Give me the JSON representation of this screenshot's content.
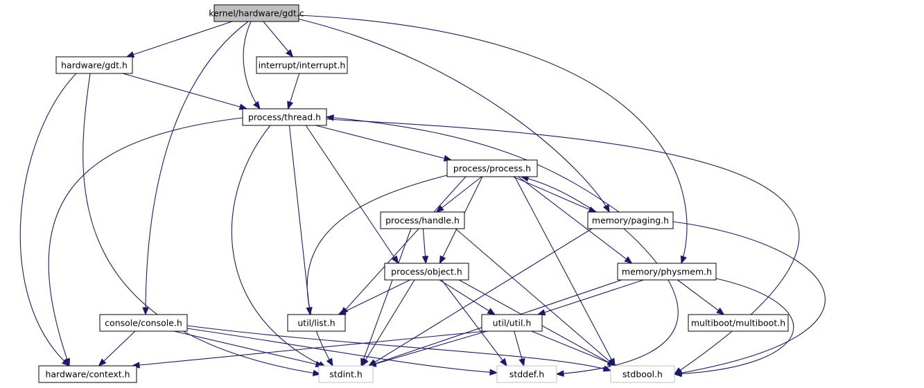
{
  "colors": {
    "edge": "#191970",
    "node_border": "#000000",
    "node_border_external": "#bfbfbf",
    "root_fill": "#bfbfbf",
    "node_fill": "#ffffff",
    "label": "#000000"
  },
  "nodes": [
    {
      "id": "gdt_c",
      "label": "kernel/hardware/gdt.c",
      "kind": "root"
    },
    {
      "id": "hw_gdt",
      "label": "hardware/gdt.h",
      "kind": "header"
    },
    {
      "id": "int",
      "label": "interrupt/interrupt.h",
      "kind": "header"
    },
    {
      "id": "thread",
      "label": "process/thread.h",
      "kind": "header"
    },
    {
      "id": "process",
      "label": "process/process.h",
      "kind": "header"
    },
    {
      "id": "handle",
      "label": "process/handle.h",
      "kind": "header"
    },
    {
      "id": "paging",
      "label": "memory/paging.h",
      "kind": "header"
    },
    {
      "id": "object",
      "label": "process/object.h",
      "kind": "header"
    },
    {
      "id": "physmem",
      "label": "memory/physmem.h",
      "kind": "header"
    },
    {
      "id": "console",
      "label": "console/console.h",
      "kind": "header"
    },
    {
      "id": "list",
      "label": "util/list.h",
      "kind": "header"
    },
    {
      "id": "util",
      "label": "util/util.h",
      "kind": "header"
    },
    {
      "id": "multiboot",
      "label": "multiboot/multiboot.h",
      "kind": "header"
    },
    {
      "id": "context",
      "label": "hardware/context.h",
      "kind": "header"
    },
    {
      "id": "stdint",
      "label": "stdint.h",
      "kind": "external"
    },
    {
      "id": "stddef",
      "label": "stddef.h",
      "kind": "external"
    },
    {
      "id": "stdbool",
      "label": "stdbool.h",
      "kind": "external"
    }
  ],
  "edges": [
    [
      "gdt_c",
      "hw_gdt"
    ],
    [
      "gdt_c",
      "int"
    ],
    [
      "gdt_c",
      "thread"
    ],
    [
      "gdt_c",
      "paging"
    ],
    [
      "gdt_c",
      "physmem"
    ],
    [
      "gdt_c",
      "console"
    ],
    [
      "hw_gdt",
      "thread"
    ],
    [
      "hw_gdt",
      "context"
    ],
    [
      "hw_gdt",
      "stdint"
    ],
    [
      "int",
      "thread"
    ],
    [
      "thread",
      "process"
    ],
    [
      "thread",
      "context"
    ],
    [
      "thread",
      "stdint"
    ],
    [
      "thread",
      "list"
    ],
    [
      "thread",
      "object"
    ],
    [
      "thread",
      "stdbool"
    ],
    [
      "process",
      "handle"
    ],
    [
      "process",
      "paging"
    ],
    [
      "process",
      "object"
    ],
    [
      "process",
      "physmem"
    ],
    [
      "process",
      "list"
    ],
    [
      "process",
      "stdint"
    ],
    [
      "process",
      "stdbool"
    ],
    [
      "paging",
      "thread"
    ],
    [
      "paging",
      "process"
    ],
    [
      "paging",
      "stdint"
    ],
    [
      "paging",
      "stddef"
    ],
    [
      "paging",
      "stdbool"
    ],
    [
      "handle",
      "object"
    ],
    [
      "handle",
      "stdint"
    ],
    [
      "handle",
      "stdbool"
    ],
    [
      "object",
      "list"
    ],
    [
      "object",
      "util"
    ],
    [
      "object",
      "stdint"
    ],
    [
      "object",
      "stddef"
    ],
    [
      "object",
      "stdbool"
    ],
    [
      "physmem",
      "util"
    ],
    [
      "physmem",
      "multiboot"
    ],
    [
      "physmem",
      "stdint"
    ],
    [
      "physmem",
      "stdbool"
    ],
    [
      "console",
      "context"
    ],
    [
      "console",
      "stdint"
    ],
    [
      "console",
      "stddef"
    ],
    [
      "console",
      "stdbool"
    ],
    [
      "util",
      "context"
    ],
    [
      "util",
      "stdint"
    ],
    [
      "util",
      "stddef"
    ],
    [
      "util",
      "stdbool"
    ]
  ]
}
